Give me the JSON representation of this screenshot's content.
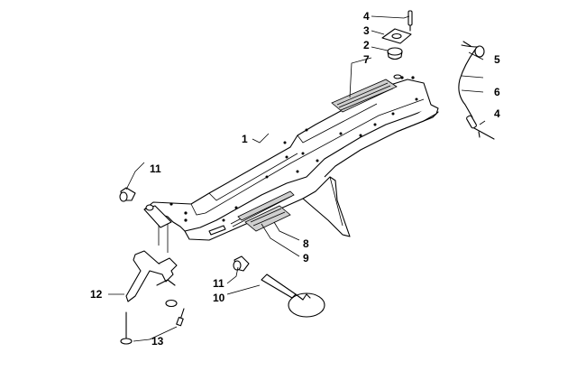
{
  "callouts": [
    {
      "id": "c4a",
      "text": "4"
    },
    {
      "id": "c3",
      "text": "3"
    },
    {
      "id": "c2",
      "text": "2"
    },
    {
      "id": "c7",
      "text": "7"
    },
    {
      "id": "c5",
      "text": "5"
    },
    {
      "id": "c6",
      "text": "6"
    },
    {
      "id": "c4b",
      "text": "4"
    },
    {
      "id": "c1",
      "text": "1"
    },
    {
      "id": "c11a",
      "text": "11"
    },
    {
      "id": "c8",
      "text": "8"
    },
    {
      "id": "c9",
      "text": "9"
    },
    {
      "id": "c11b",
      "text": "11"
    },
    {
      "id": "c10",
      "text": "10"
    },
    {
      "id": "c12",
      "text": "12"
    },
    {
      "id": "c13",
      "text": "13"
    }
  ]
}
